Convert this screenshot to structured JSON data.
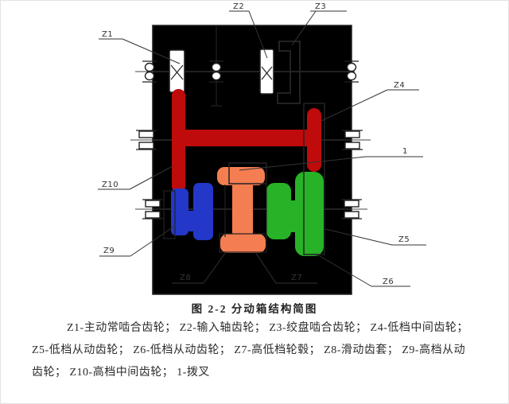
{
  "figure": {
    "caption": "图 2-2  分动箱结构简图",
    "part_labels": {
      "z1": "Z1",
      "z2": "Z2",
      "z3": "Z3",
      "z4": "Z4",
      "z5": "Z5",
      "z6": "Z6",
      "z7": "Z7",
      "z8": "Z8",
      "z9": "Z9",
      "z10": "Z10",
      "fork": "1"
    },
    "legend": {
      "line1": "Z1-主动常啮合齿轮； Z2-输入轴齿轮； Z3-绞盘啮合齿轮； Z4-低档中间齿轮；",
      "line2": "Z5-低档从动齿轮； Z6-低档从动齿轮； Z7-高低档轮毂； Z8-滑动齿套； Z9-高档从动",
      "line3": "齿轮； Z10-高档中间齿轮； 1-拨叉"
    },
    "colors": {
      "high_shaft_red": "#bf0b0b",
      "high_driven_blue": "#2337c8",
      "sliding_sleeve_orange": "#f57d52",
      "low_driven_green": "#27b227"
    }
  }
}
